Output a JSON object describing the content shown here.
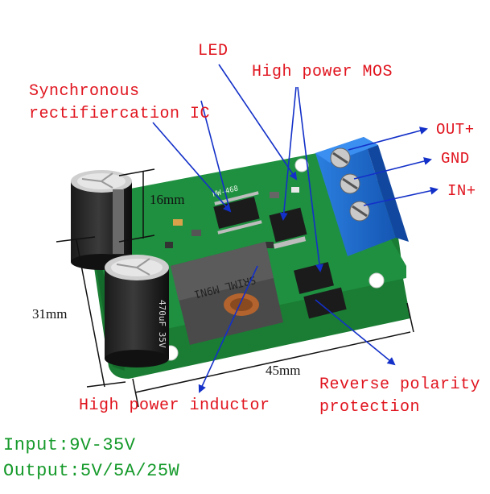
{
  "labels": {
    "led": "LED",
    "high_power_mos": "High power MOS",
    "sync_ic_line1": "Synchronous",
    "sync_ic_line2": "rectifiercation IC",
    "out_plus": "OUT+",
    "gnd": "GND",
    "in_plus": "IN+",
    "high_power_inductor": "High power inductor",
    "reverse_line1": "Reverse polarity",
    "reverse_line2": "protection"
  },
  "dimensions": {
    "height": "16mm",
    "width_short": "31mm",
    "length": "45mm"
  },
  "specs": {
    "input": "Input:9V-35V",
    "output": "Output:5V/5A/25W"
  },
  "board_markings": {
    "inductor_code": "SRIML M9N1",
    "cap_text": "470uF 35V"
  },
  "colors": {
    "pcb": "#1d8a3a",
    "terminal": "#1e6fd0",
    "label_red": "#e0141e",
    "spec_green": "#169a2b",
    "arrow_blue": "#1330c8"
  }
}
